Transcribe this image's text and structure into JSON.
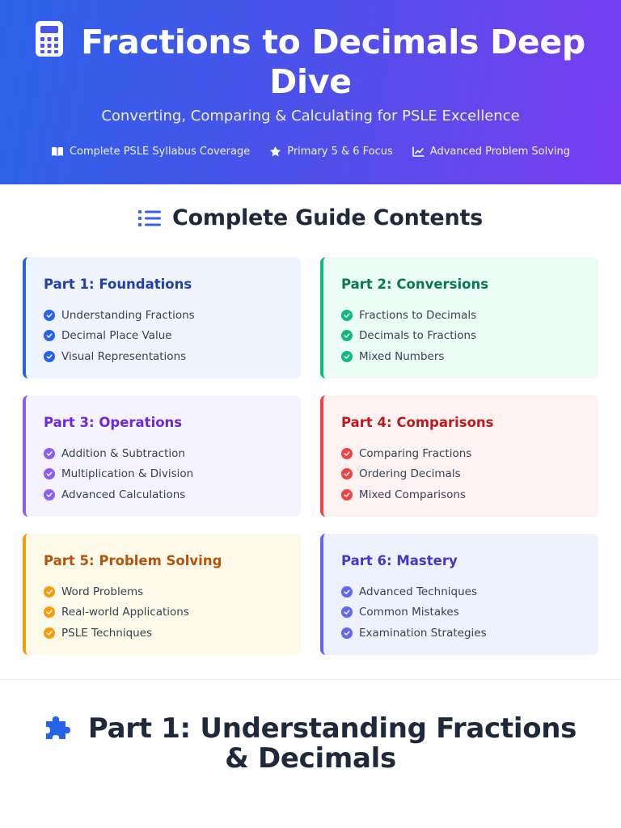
{
  "hero": {
    "title": "Fractions to Decimals Deep Dive",
    "subtitle": "Converting, Comparing & Calculating for PSLE Excellence",
    "icon": "calculator-icon",
    "tags": [
      {
        "icon": "book-icon",
        "label": "Complete PSLE Syllabus Coverage"
      },
      {
        "icon": "star-icon",
        "label": "Primary 5 & 6 Focus"
      },
      {
        "icon": "chart-line-icon",
        "label": "Advanced Problem Solving"
      }
    ],
    "gradient": [
      "#2b63ea",
      "#7a3ef0"
    ]
  },
  "contents": {
    "icon": "list-icon",
    "title": "Complete Guide Contents",
    "cards": [
      {
        "title": "Part 1: Foundations",
        "accent": "#2563eb",
        "bg": "#eff4ff",
        "title_color": "#1e40af",
        "items": [
          "Understanding Fractions",
          "Decimal Place Value",
          "Visual Representations"
        ]
      },
      {
        "title": "Part 2: Conversions",
        "accent": "#10b981",
        "bg": "#ecfdf5",
        "title_color": "#047857",
        "items": [
          "Fractions to Decimals",
          "Decimals to Fractions",
          "Mixed Numbers"
        ]
      },
      {
        "title": "Part 3: Operations",
        "accent": "#8b5cf6",
        "bg": "#f5f3ff",
        "title_color": "#6d28d9",
        "items": [
          "Addition & Subtraction",
          "Multiplication & Division",
          "Advanced Calculations"
        ]
      },
      {
        "title": "Part 4: Comparisons",
        "accent": "#ef4444",
        "bg": "#fef2f2",
        "title_color": "#b91c1c",
        "items": [
          "Comparing Fractions",
          "Ordering Decimals",
          "Mixed Comparisons"
        ]
      },
      {
        "title": "Part 5: Problem Solving",
        "accent": "#f59e0b",
        "bg": "#fffbeb",
        "title_color": "#b45309",
        "items": [
          "Word Problems",
          "Real-world Applications",
          "PSLE Techniques"
        ]
      },
      {
        "title": "Part 6: Mastery",
        "accent": "#6366f1",
        "bg": "#eef2ff",
        "title_color": "#4338ca",
        "items": [
          "Advanced Techniques",
          "Common Mistakes",
          "Examination Strategies"
        ]
      }
    ]
  },
  "part1": {
    "icon": "puzzle-icon",
    "title": "Part 1: Understanding Fractions & Decimals",
    "icon_color": "#2563eb"
  }
}
